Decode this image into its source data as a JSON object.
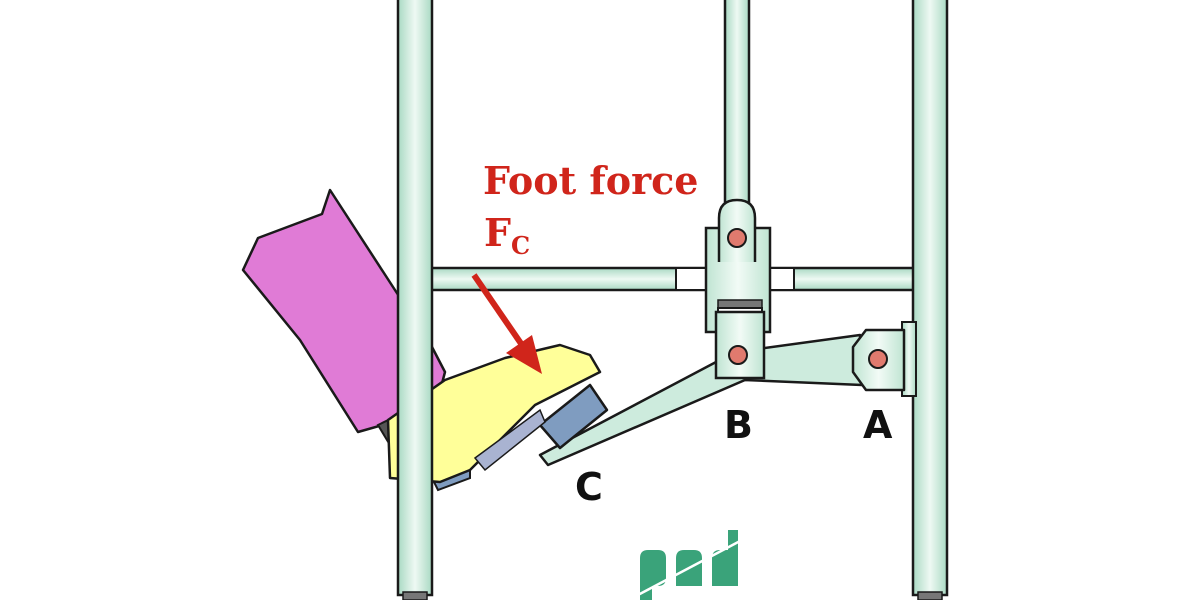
{
  "diagram": {
    "force_label": "Foot force",
    "force_symbol": "F",
    "force_subscript": "C",
    "points": {
      "a": "A",
      "b": "B",
      "c": "C"
    }
  },
  "colors": {
    "frame": "#cdebdd",
    "outline": "#1a1a1a",
    "pin": "#e07a6e",
    "shoe": "#ffff99",
    "leg": "#e07bd6",
    "pedal_pad": "#7f9cc0",
    "arrow": "#d0251b",
    "logo": "#3aa37a"
  },
  "icons": {
    "logo": "pd-logo-icon"
  }
}
